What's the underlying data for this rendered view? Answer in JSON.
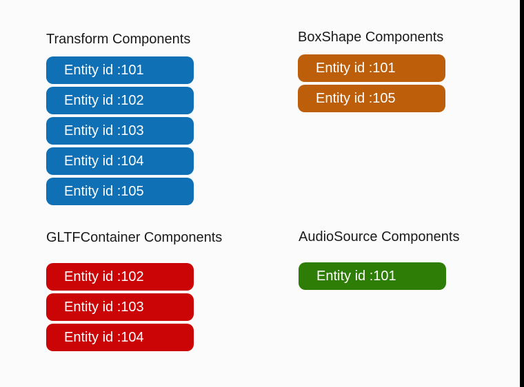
{
  "page": {
    "background_color": "#fbfbfb",
    "right_edge_bar_color": "#000000",
    "text_color": "#1a1a1a",
    "pill_text_color": "#ffffff"
  },
  "sections": [
    {
      "title": "Transform Components",
      "color": "#0f70b5",
      "items": [
        "Entity id :101",
        "Entity id :102",
        "Entity id :103",
        "Entity id :104",
        "Entity id :105"
      ]
    },
    {
      "title": "BoxShape Components",
      "color": "#bc5e0a",
      "items": [
        "Entity id :101",
        "Entity id :105"
      ]
    },
    {
      "title": "GLTFContainer Components",
      "color": "#cb0406",
      "items": [
        "Entity id :102",
        "Entity id :103",
        "Entity id :104"
      ]
    },
    {
      "title": "AudioSource Components",
      "color": "#2e7d07",
      "items": [
        "Entity id :101"
      ]
    }
  ]
}
